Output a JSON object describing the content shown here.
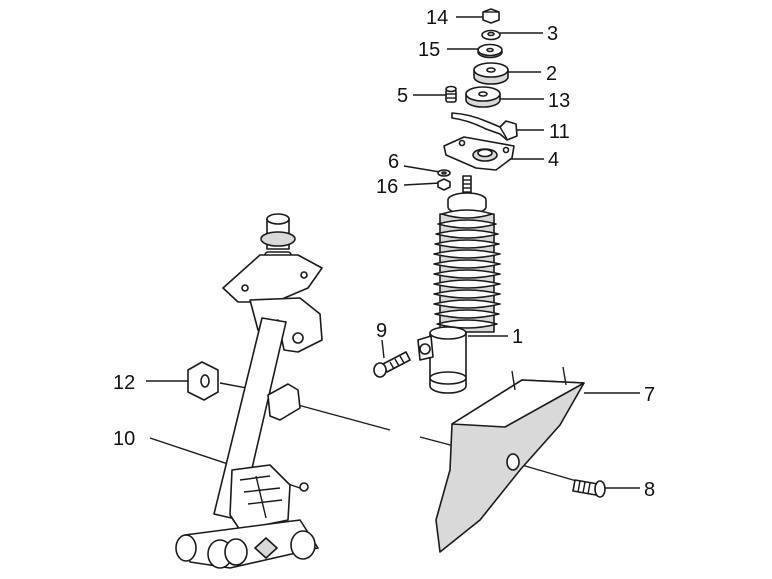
{
  "diagram": {
    "callouts": [
      "14",
      "3",
      "15",
      "2",
      "5",
      "13",
      "11",
      "6",
      "4",
      "16",
      "9",
      "1",
      "12",
      "7",
      "10",
      "8"
    ]
  }
}
